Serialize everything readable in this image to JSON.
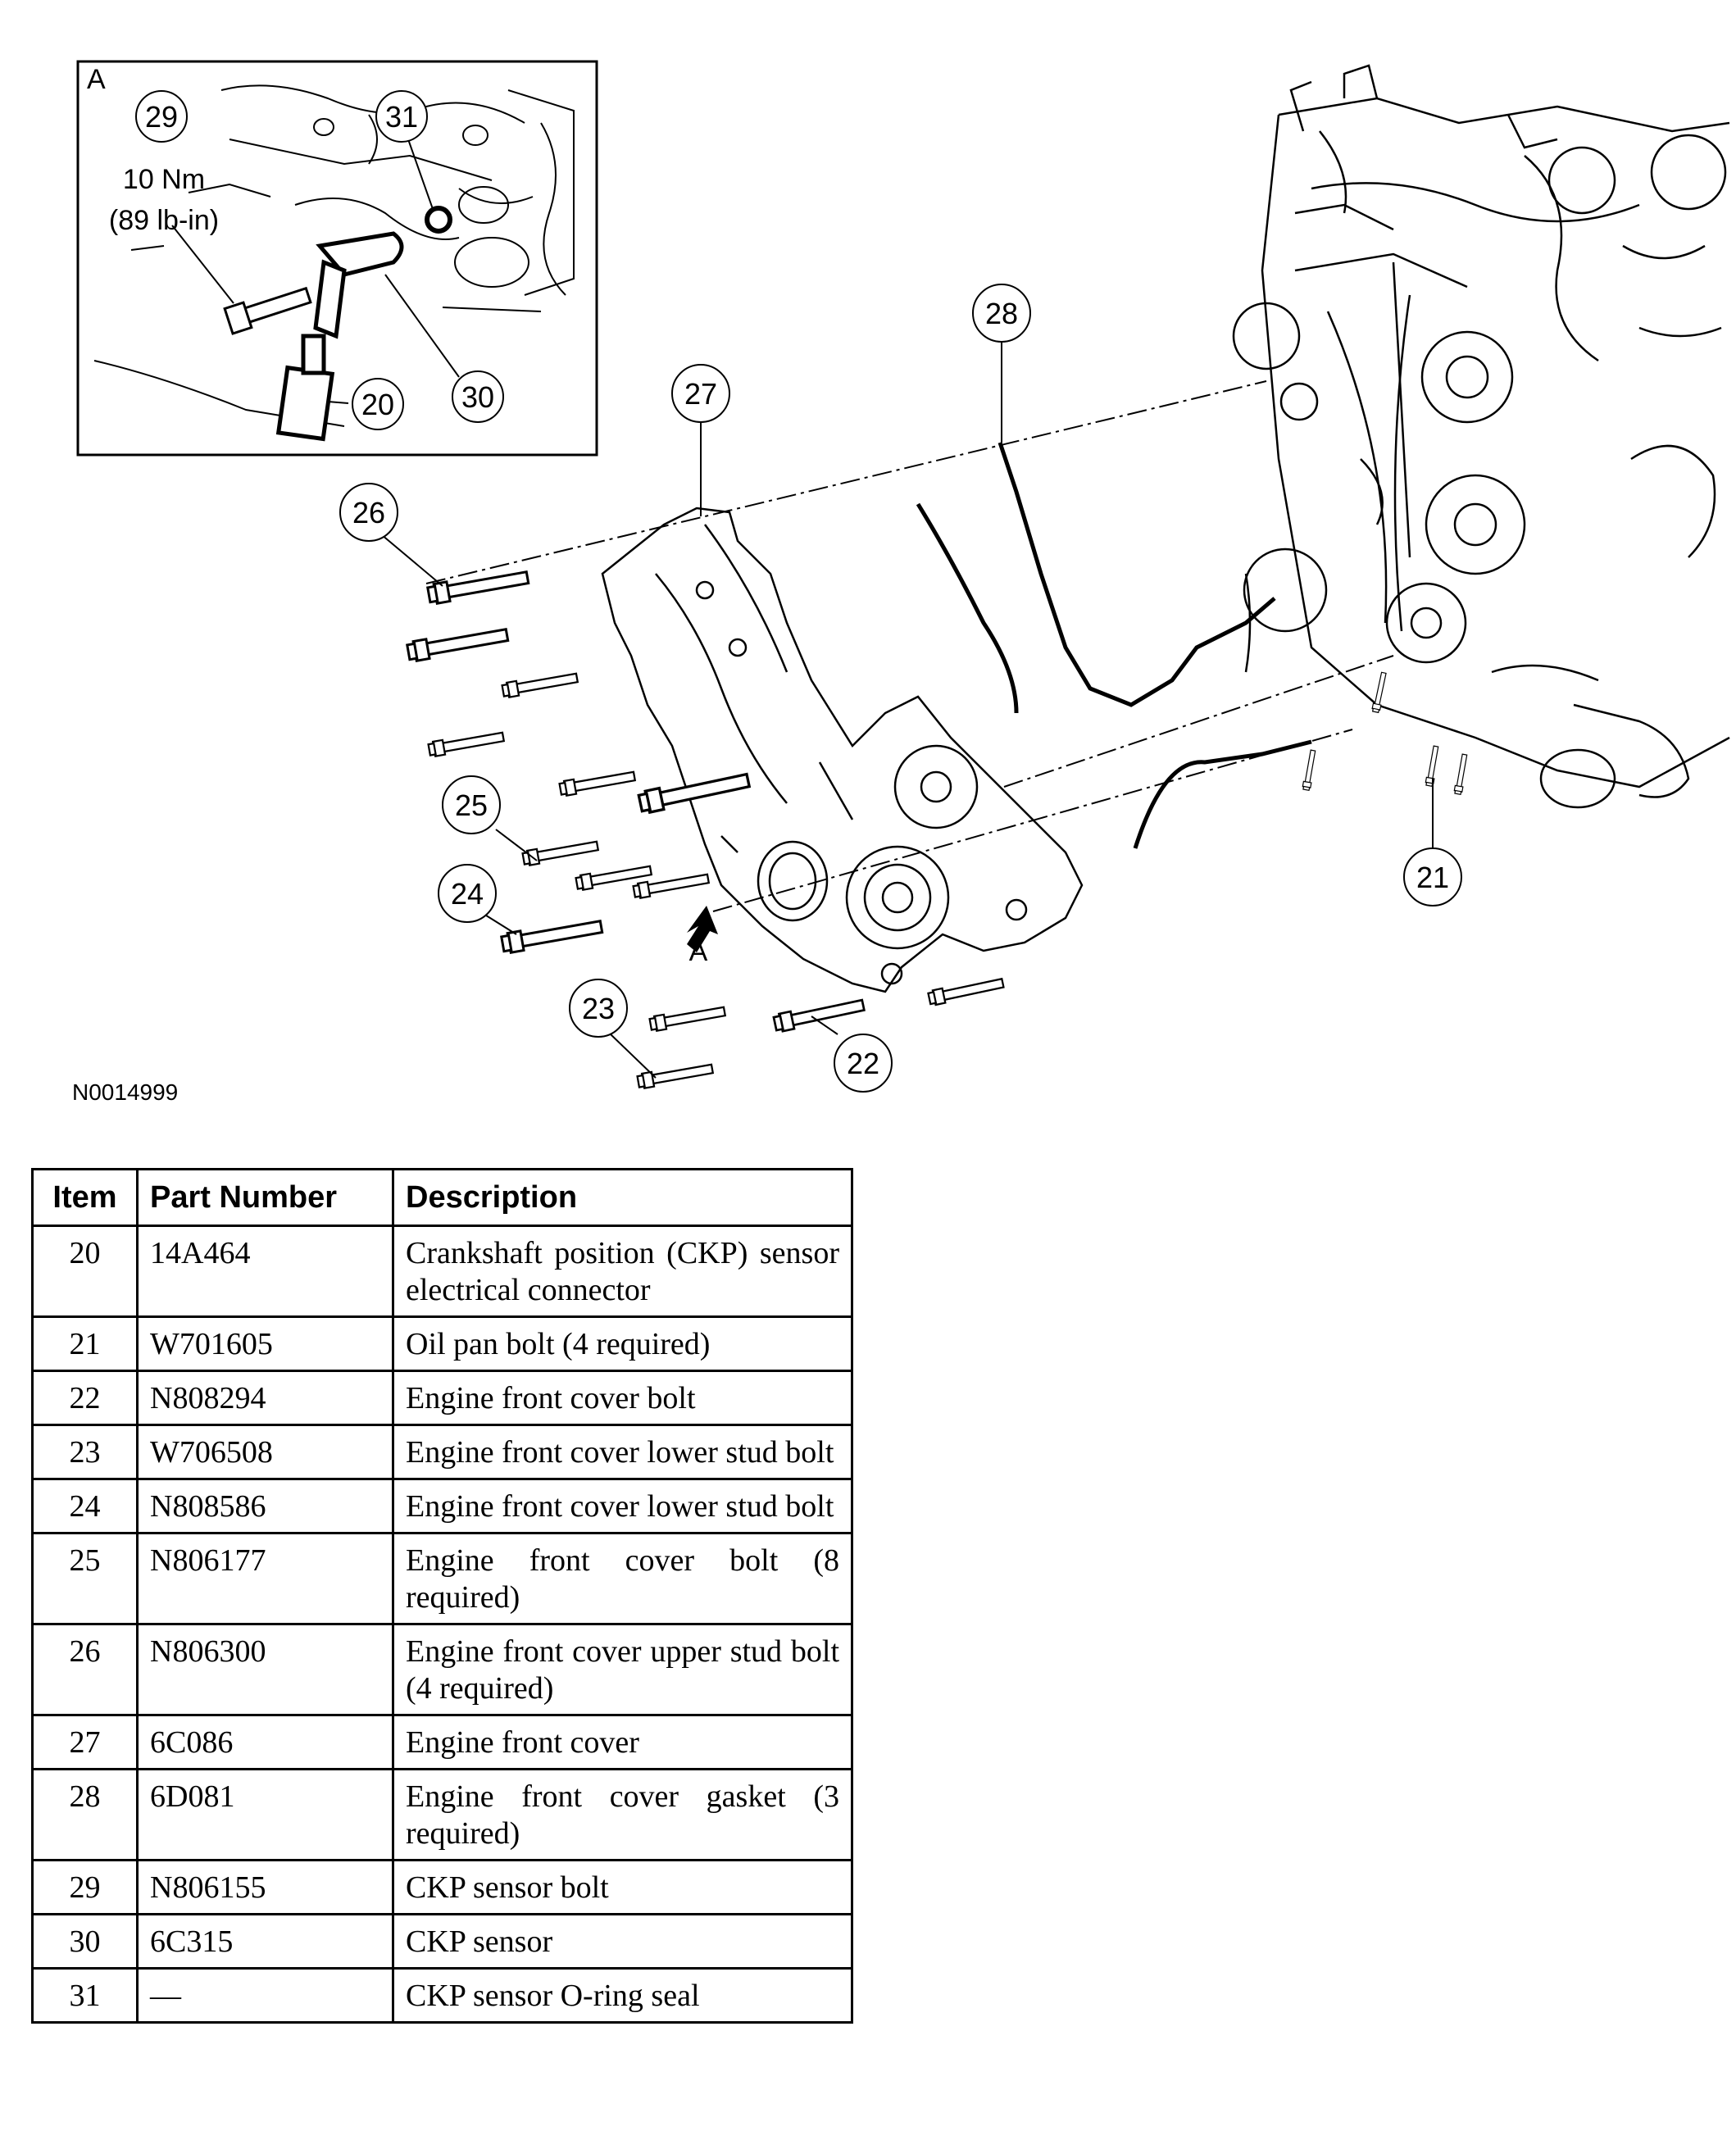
{
  "figure": {
    "id": "N0014999",
    "inset": {
      "label": "A",
      "torque_line1": "10 Nm",
      "torque_line2": "(89 lb-in)"
    },
    "view_arrow_label": "A",
    "callouts": [
      "20",
      "21",
      "22",
      "23",
      "24",
      "25",
      "26",
      "27",
      "28",
      "29",
      "30",
      "31"
    ]
  },
  "table": {
    "headers": {
      "item": "Item",
      "part_number": "Part Number",
      "description": "Description"
    },
    "rows": [
      {
        "item": "20",
        "part_number": "14A464",
        "description": "Crankshaft position (CKP) sensor electrical connector"
      },
      {
        "item": "21",
        "part_number": "W701605",
        "description": "Oil pan bolt (4 required)"
      },
      {
        "item": "22",
        "part_number": "N808294",
        "description": "Engine front cover bolt"
      },
      {
        "item": "23",
        "part_number": "W706508",
        "description": "Engine front cover lower stud bolt"
      },
      {
        "item": "24",
        "part_number": "N808586",
        "description": "Engine front cover lower stud bolt"
      },
      {
        "item": "25",
        "part_number": "N806177",
        "description": "Engine front cover bolt (8 required)"
      },
      {
        "item": "26",
        "part_number": "N806300",
        "description": "Engine front cover upper stud bolt (4 required)"
      },
      {
        "item": "27",
        "part_number": "6C086",
        "description": "Engine front cover"
      },
      {
        "item": "28",
        "part_number": "6D081",
        "description": "Engine front cover gasket (3 required)"
      },
      {
        "item": "29",
        "part_number": "N806155",
        "description": "CKP sensor bolt"
      },
      {
        "item": "30",
        "part_number": "6C315",
        "description": "CKP sensor"
      },
      {
        "item": "31",
        "part_number": "—",
        "description": "CKP sensor O-ring seal"
      }
    ]
  }
}
